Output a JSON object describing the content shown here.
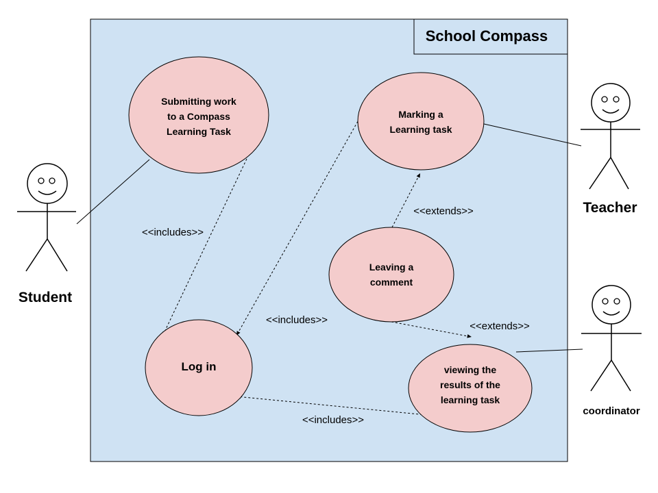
{
  "system": {
    "title": "School Compass",
    "fill_color": "#cfe2f3",
    "usecase_color": "#f4cccc"
  },
  "use_cases": {
    "submit": [
      "Submitting work",
      "to a Compass",
      "Learning Task"
    ],
    "marking": [
      "Marking a",
      "Learning task"
    ],
    "leaving": [
      "Leaving a",
      "comment"
    ],
    "login": [
      "Log in"
    ],
    "viewing": [
      "viewing the",
      "results of the",
      "learning task"
    ]
  },
  "actors": {
    "student": "Student",
    "teacher": "Teacher",
    "coordinator": "coordinator"
  },
  "relationships": {
    "submit_login": "<<includes>>",
    "marking_login": "<<includes>>",
    "viewing_login": "<<includes>>",
    "leaving_marking": "<<extends>>",
    "leaving_viewing": "<<extends>>"
  }
}
